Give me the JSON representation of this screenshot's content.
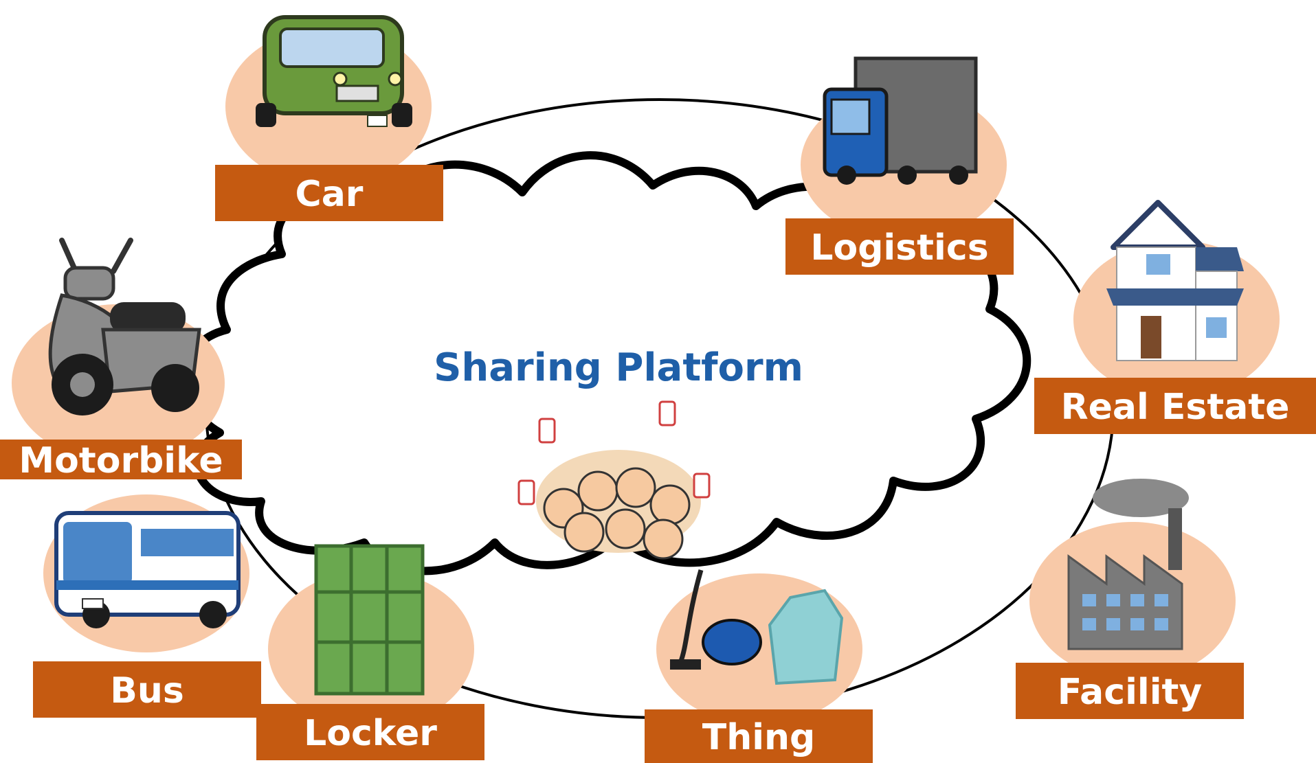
{
  "diagram": {
    "title": "Sharing Platform",
    "items": [
      {
        "label": "Car",
        "icon": "car-icon"
      },
      {
        "label": "Logistics",
        "icon": "truck-icon"
      },
      {
        "label": "Real Estate",
        "icon": "house-icon"
      },
      {
        "label": "Motorbike",
        "icon": "motorbike-icon"
      },
      {
        "label": "Bus",
        "icon": "bus-icon"
      },
      {
        "label": "Locker",
        "icon": "locker-icon"
      },
      {
        "label": "Thing",
        "icon": "vacuum-and-clothes-icon"
      },
      {
        "label": "Facility",
        "icon": "factory-icon"
      }
    ],
    "colors": {
      "label_bg": "#c55a11",
      "label_text": "#ffffff",
      "icon_circle": "#f8c9a8",
      "title": "#1f5fa8",
      "outline": "#000000"
    }
  }
}
